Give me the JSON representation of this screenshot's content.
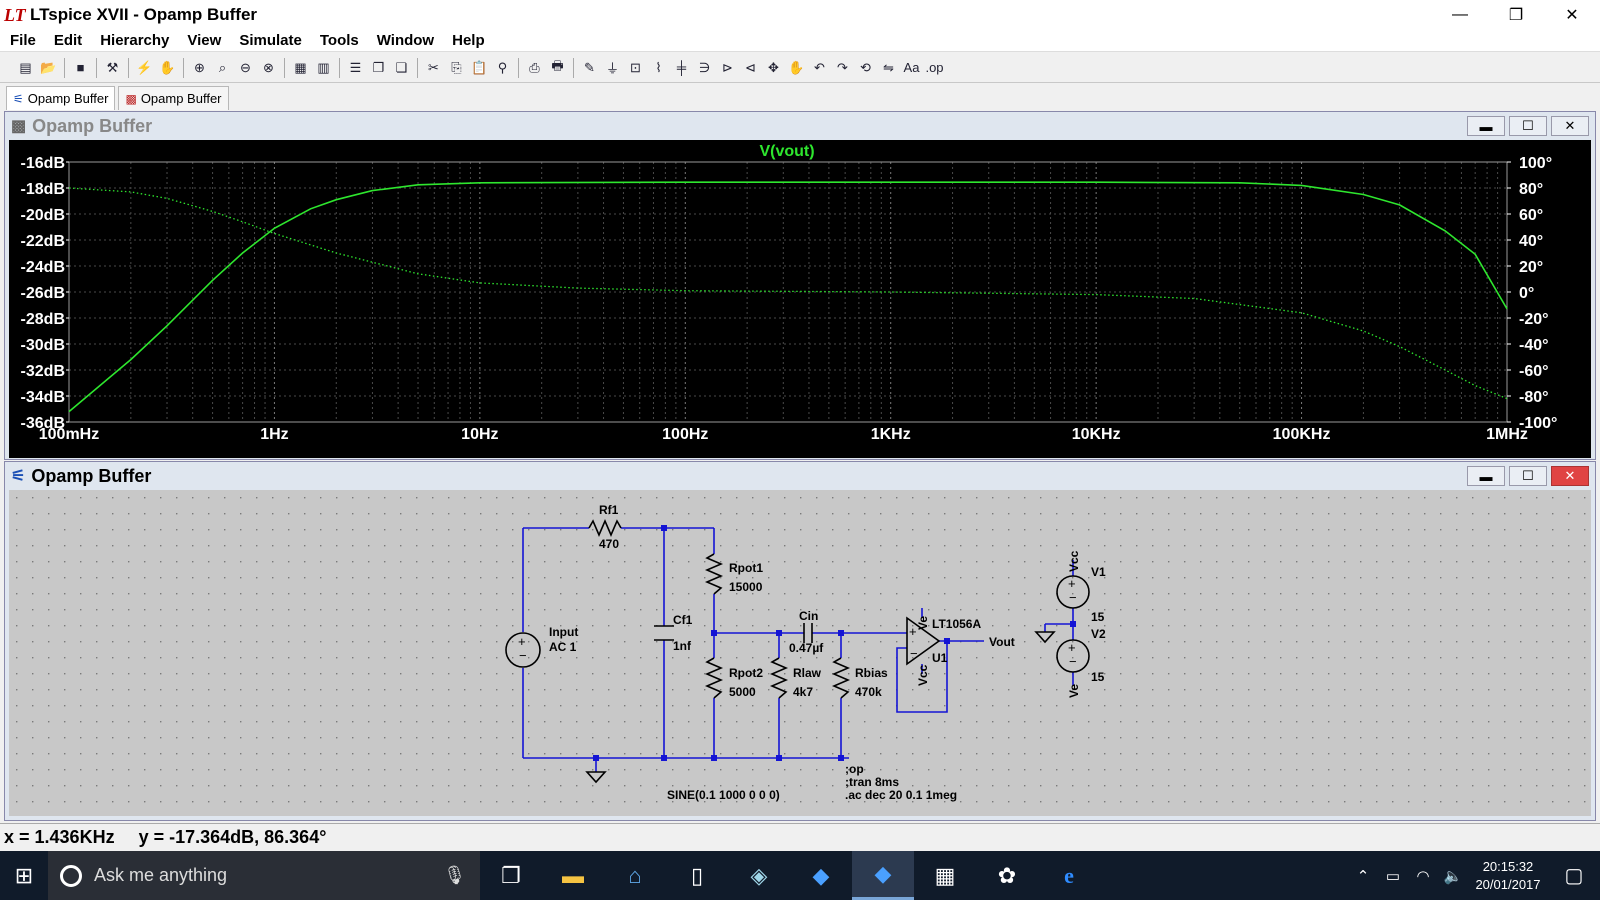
{
  "window": {
    "title": "LTspice XVII - Opamp Buffer",
    "min": "—",
    "max": "❐",
    "close": "✕"
  },
  "menu": [
    "File",
    "Edit",
    "Hierarchy",
    "View",
    "Simulate",
    "Tools",
    "Window",
    "Help"
  ],
  "tabs": [
    {
      "label": "Opamp Buffer",
      "icon": "schematic-icon"
    },
    {
      "label": "Opamp Buffer",
      "icon": "waveform-icon"
    }
  ],
  "plot_window": {
    "title": "Opamp Buffer",
    "trace_label": "V(vout)"
  },
  "schematic_window": {
    "title": "Opamp Buffer"
  },
  "chart_data": {
    "type": "line",
    "title": "V(vout)",
    "xscale": "log",
    "xlim": [
      0.1,
      1000000
    ],
    "x_ticks": [
      "100mHz",
      "1Hz",
      "10Hz",
      "100Hz",
      "1KHz",
      "10KHz",
      "100KHz",
      "1MHz"
    ],
    "y_left_ticks": [
      "-16dB",
      "-18dB",
      "-20dB",
      "-22dB",
      "-24dB",
      "-26dB",
      "-28dB",
      "-30dB",
      "-32dB",
      "-34dB",
      "-36dB"
    ],
    "y_right_ticks": [
      "100°",
      "80°",
      "60°",
      "40°",
      "20°",
      "0°",
      "-20°",
      "-40°",
      "-60°",
      "-80°",
      "-100°"
    ],
    "ylim_left": [
      -36,
      -16
    ],
    "ylim_right": [
      -100,
      100
    ],
    "grid": true,
    "series": [
      {
        "name": "V(vout) magnitude",
        "axis": "left",
        "style": "solid",
        "x": [
          0.1,
          0.2,
          0.3,
          0.5,
          0.7,
          1,
          1.5,
          2,
          3,
          5,
          10,
          100,
          1000,
          10000,
          50000,
          100000,
          200000,
          300000,
          500000,
          700000,
          1000000
        ],
        "y": [
          -35.2,
          -31.2,
          -28.6,
          -25.1,
          -23,
          -21.1,
          -19.6,
          -18.9,
          -18.2,
          -17.75,
          -17.6,
          -17.55,
          -17.55,
          -17.55,
          -17.6,
          -17.8,
          -18.5,
          -19.3,
          -21.3,
          -23.1,
          -27.3
        ]
      },
      {
        "name": "V(vout) phase",
        "axis": "right",
        "style": "dotted",
        "x": [
          0.1,
          0.2,
          0.3,
          0.5,
          0.7,
          1,
          2,
          5,
          10,
          30,
          100,
          1000,
          10000,
          30000,
          100000,
          200000,
          300000,
          500000,
          700000,
          1000000
        ],
        "y": [
          80,
          77,
          72,
          62,
          54,
          45,
          30,
          14,
          7,
          3,
          1,
          0,
          -2,
          -5,
          -16,
          -30,
          -42,
          -60,
          -72,
          -82
        ]
      }
    ]
  },
  "schematic": {
    "rf1_name": "Rf1",
    "rf1_val": "470",
    "rpot1_name": "Rpot1",
    "rpot1_val": "15000",
    "cf1_name": "Cf1",
    "cf1_val": "1nf",
    "input_name": "Input",
    "input_val": "AC 1",
    "cin_name": "Cin",
    "cin_val": "0.47µf",
    "rpot2_name": "Rpot2",
    "rpot2_val": "5000",
    "rlaw_name": "Rlaw",
    "rlaw_val": "4k7",
    "rbias_name": "Rbias",
    "rbias_val": "470k",
    "opamp_name": "LT1056A",
    "opamp_ref": "U1",
    "vplus": "Ve",
    "vminus": "Vcc",
    "vout": "Vout",
    "v1_name": "V1",
    "v1_val": "15",
    "v1_net": "Vcc",
    "v2_name": "V2",
    "v2_val": "15",
    "v2_net": "Ve",
    "sine": "SINE(0.1 1000 0 0 0)",
    "directives": [
      ";op",
      ";tran 8ms",
      ".ac dec 20 0.1 1meg"
    ]
  },
  "status": {
    "x": "x = 1.436KHz",
    "y": "y = -17.364dB, 86.364°"
  },
  "taskbar": {
    "search_placeholder": "Ask me anything",
    "time": "20:15:32",
    "date": "20/01/2017"
  }
}
